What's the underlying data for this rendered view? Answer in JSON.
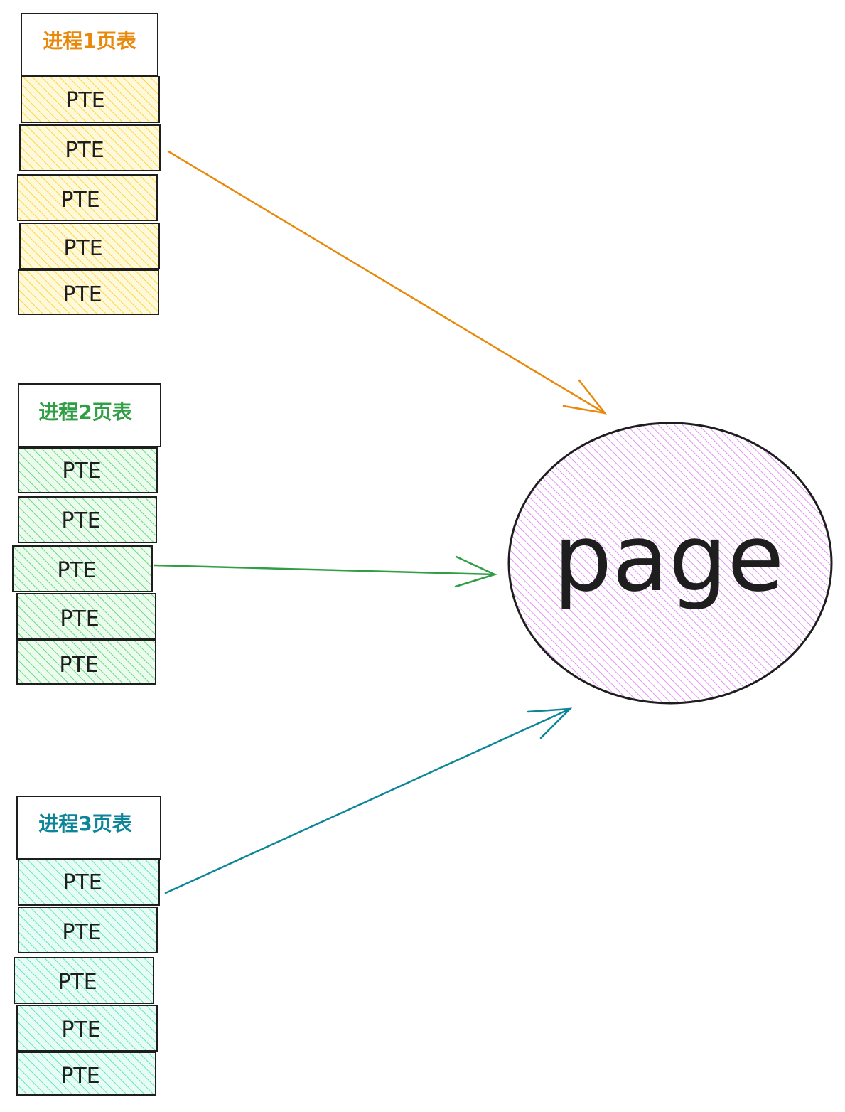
{
  "tables": [
    {
      "title": "进程1页表",
      "color": "#e8890c",
      "fill": "#ffd43b",
      "entries": [
        "PTE",
        "PTE",
        "PTE",
        "PTE",
        "PTE"
      ]
    },
    {
      "title": "进程2页表",
      "color": "#2f9e44",
      "fill": "#69db7c",
      "entries": [
        "PTE",
        "PTE",
        "PTE",
        "PTE",
        "PTE"
      ]
    },
    {
      "title": "进程3页表",
      "color": "#0c8599",
      "fill": "#63e6be",
      "entries": [
        "PTE",
        "PTE",
        "PTE",
        "PTE",
        "PTE"
      ]
    }
  ],
  "page": {
    "label": "page",
    "fill": "#da77f2",
    "stroke": "#1e1e1e"
  },
  "arrows": [
    {
      "from": "进程1页表 PTE 2",
      "to": "page",
      "color": "#e8890c"
    },
    {
      "from": "进程2页表 PTE 3",
      "to": "page",
      "color": "#2f9e44"
    },
    {
      "from": "进程3页表 PTE 1",
      "to": "page",
      "color": "#0c8599"
    }
  ]
}
